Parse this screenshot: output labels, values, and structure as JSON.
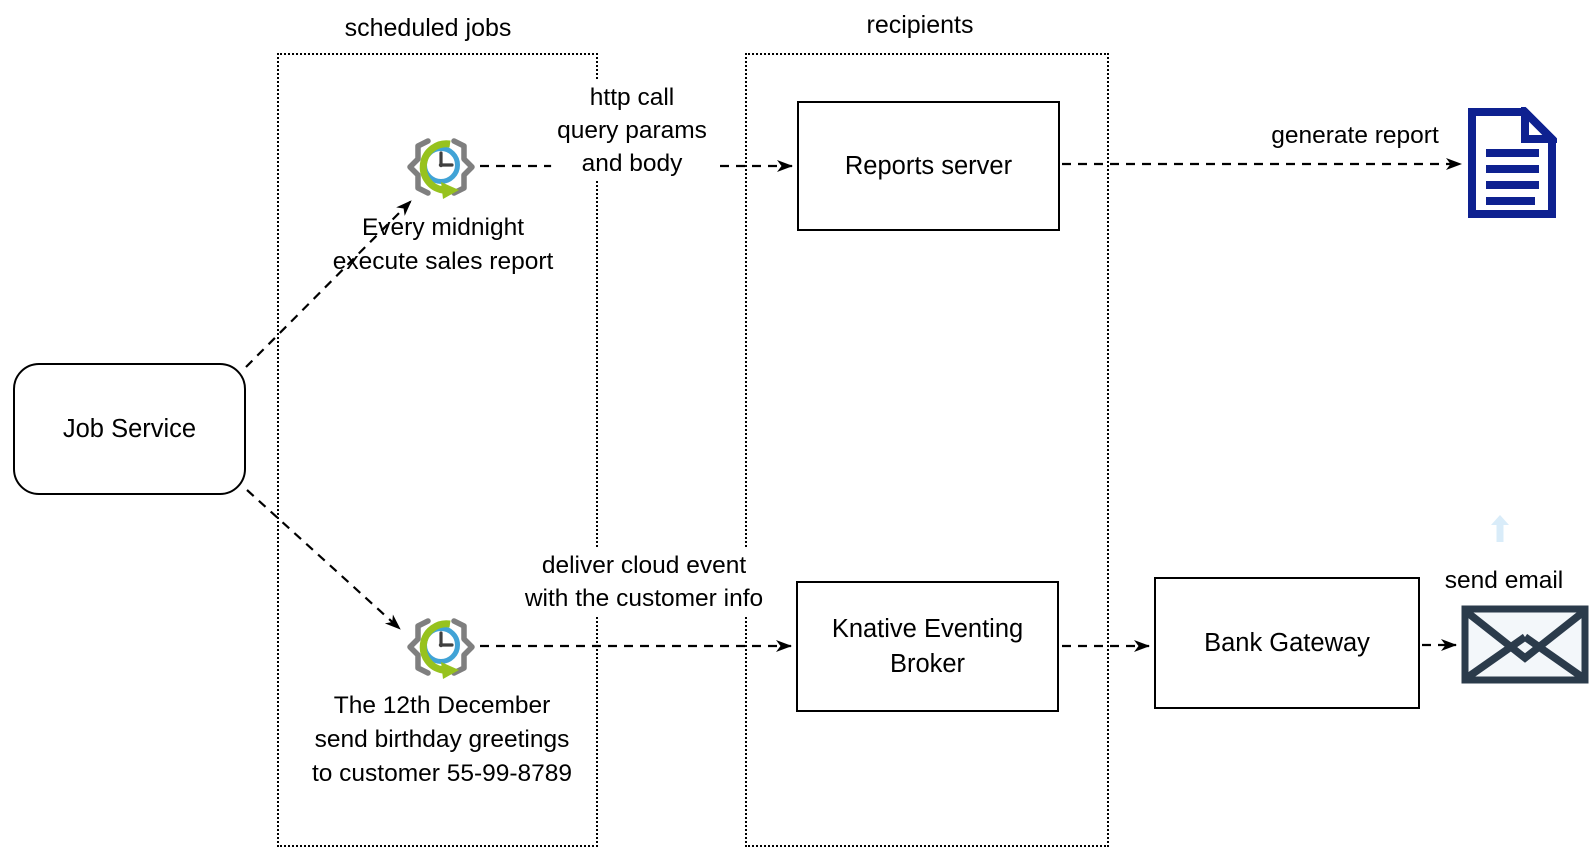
{
  "job_service": {
    "label": "Job Service"
  },
  "groups": {
    "scheduled_jobs": {
      "label": "scheduled jobs"
    },
    "recipients": {
      "label": "recipients"
    }
  },
  "nodes": {
    "reports_server": {
      "label": "Reports server"
    },
    "knative_broker": {
      "line1": "Knative Eventing",
      "line2": "Broker"
    },
    "bank_gateway": {
      "label": "Bank Gateway"
    }
  },
  "schedules": {
    "sales_report": {
      "line1": "Every midnight",
      "line2": "execute sales report"
    },
    "birthday": {
      "line1": "The 12th December",
      "line2": "send birthday greetings",
      "line3": "to customer 55-99-8789"
    }
  },
  "edge_labels": {
    "http_call": {
      "line1": "http call",
      "line2": "query params",
      "line3": "and body"
    },
    "deliver_event": {
      "line1": "deliver cloud event",
      "line2": "with the customer info"
    },
    "generate_report": {
      "label": "generate report"
    },
    "send_email": {
      "label": "send email"
    }
  },
  "icons": {
    "cron": "scheduled-job-clock-icon",
    "document": "report-document-icon",
    "envelope": "email-envelope-icon",
    "faint_up_arrow": "faint-up-arrow-icon"
  },
  "colors": {
    "document_blue": "#0e2190",
    "envelope_dark": "#2b3b4b",
    "clock_blue": "#41a3d6",
    "refresh_green": "#97c21e",
    "brace_gray": "#7f7f7f",
    "faint_arrow_blue": "#d9ecf9",
    "line_black": "#000000"
  }
}
